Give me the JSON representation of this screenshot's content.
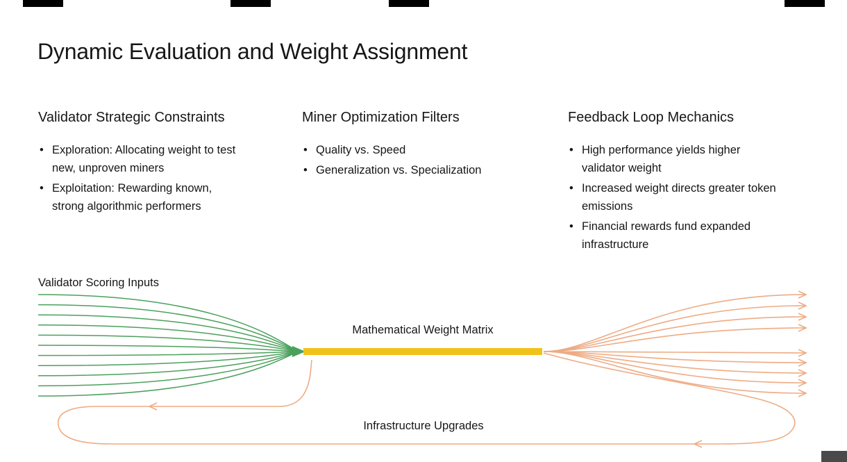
{
  "page": {
    "title": "Dynamic Evaluation and Weight Assignment",
    "columns": [
      {
        "heading": "Validator Strategic Constraints",
        "bullets": [
          "Exploration: Allocating weight to test new, unproven miners",
          "Exploitation: Rewarding known, strong algorithmic performers"
        ]
      },
      {
        "heading": "Miner Optimization Filters",
        "bullets": [
          "Quality vs. Speed",
          "Generalization vs. Specialization"
        ]
      },
      {
        "heading": "Feedback Loop Mechanics",
        "bullets": [
          "High performance yields higher validator weight",
          "Increased weight directs greater token emissions",
          "Financial rewards fund expanded infrastructure"
        ]
      }
    ],
    "diagram": {
      "inputs_label": "Validator Scoring Inputs",
      "matrix_label": "Mathematical Weight Matrix",
      "loop_label": "Infrastructure Upgrades",
      "input_line_count": 11,
      "output_line_count": 9,
      "colors": {
        "input_lines": "#4ba05c",
        "output_lines": "#eeab84",
        "matrix_bar": "#f1c21b",
        "text": "#161616"
      }
    }
  }
}
